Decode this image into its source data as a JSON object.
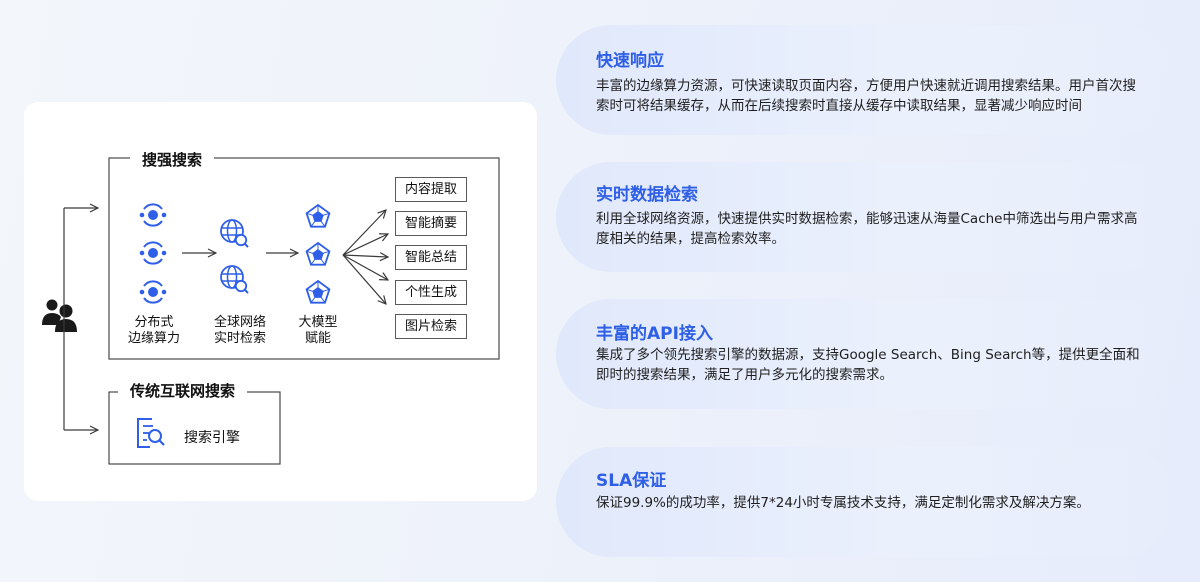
{
  "diagram": {
    "enhanced_group": {
      "title": "搜强搜索",
      "stage1_label": "分布式\n边缘算力",
      "stage2_label": "全球网络\n实时检索",
      "stage3_label": "大模型\n赋能",
      "outputs": [
        "内容提取",
        "智能摘要",
        "智能总结",
        "个性生成",
        "图片检索"
      ]
    },
    "traditional_group": {
      "title": "传统互联网搜索",
      "engine_label": "搜索引擎"
    },
    "colors": {
      "icon_blue": "#2f5fe8",
      "line": "#4a4a4a"
    },
    "icons": [
      "user-group-icon",
      "edge-node-icon",
      "globe-search-icon",
      "ai-model-icon",
      "search-document-icon"
    ]
  },
  "features": [
    {
      "title": "快速响应",
      "desc": "丰富的边缘算力资源，可快速读取页面内容，方便用户快速就近调用搜索结果。用户首次搜索时可将结果缓存，从而在后续搜索时直接从缓存中读取结果，显著减少响应时间"
    },
    {
      "title": "实时数据检索",
      "desc": "利用全球网络资源，快速提供实时数据检索，能够迅速从海量Cache中筛选出与用户需求高度相关的结果，提高检索效率。"
    },
    {
      "title": "丰富的API接入",
      "desc": "集成了多个领先搜索引擎的数据源，支持Google Search、Bing Search等，提供更全面和即时的搜索结果，满足了用户多元化的搜索需求。"
    },
    {
      "title": "SLA保证",
      "desc": "保证99.9%的成功率，提供7*24小时专属技术支持，满足定制化需求及解决方案。"
    }
  ]
}
